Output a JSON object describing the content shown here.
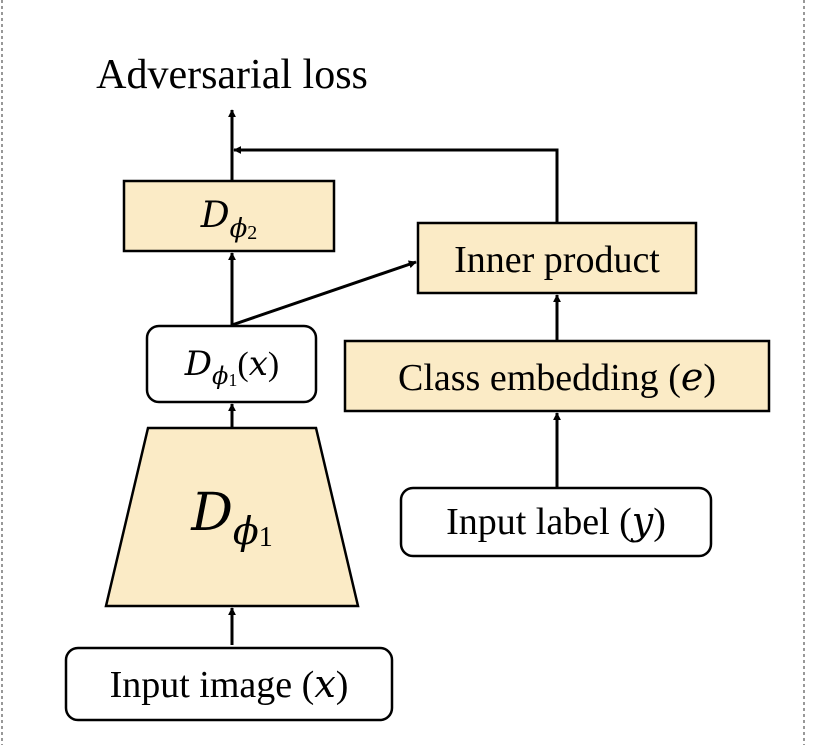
{
  "colors": {
    "box_fill": "#FBEBC6",
    "stroke": "#000000",
    "background": "#FFFFFF",
    "divider": "#555555"
  },
  "labels": {
    "adversarial_loss": "Adversarial loss",
    "d_phi2": {
      "main": "D",
      "sub": "ϕ",
      "subsub": "2"
    },
    "d_phi1_x": {
      "main": "D",
      "sub": "ϕ",
      "subsub": "1",
      "open": "(",
      "var": "x",
      "close": ")"
    },
    "d_phi1": {
      "main": "D",
      "sub": "ϕ",
      "subsub": "1"
    },
    "inner_product": "Inner product",
    "class_embedding": {
      "text": "Class embedding ",
      "open": "(",
      "var": "e",
      "close": ")"
    },
    "input_label": {
      "text": "Input label ",
      "open": "(",
      "var": "y",
      "close": ")"
    },
    "input_image": {
      "text": "Input image ",
      "open": "(",
      "var": "x",
      "close": ")"
    }
  }
}
